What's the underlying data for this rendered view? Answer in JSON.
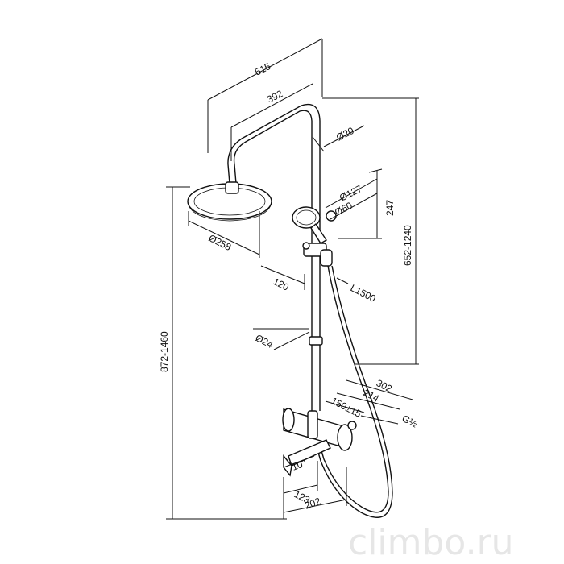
{
  "dimensions": {
    "top_width": "515",
    "arm_length": "392",
    "pipe_diameter": "Ø20",
    "head_diameter": "Ø258",
    "hand_diameter_outer": "Ø127",
    "hand_diameter_inner": "Ø60",
    "hand_height": "247",
    "holder_offset": "120",
    "hose_length": "L1500",
    "rod_diameter": "Ø24",
    "height_range_upper": "652-1240",
    "height_range_total": "872-1460",
    "depth_302": "302",
    "depth_214": "214",
    "inlet_spacing": "150±15",
    "thread": "G½",
    "spout_angle": "10°",
    "spout_123": "123",
    "spout_202": "202"
  },
  "watermark": "climbo.ru"
}
